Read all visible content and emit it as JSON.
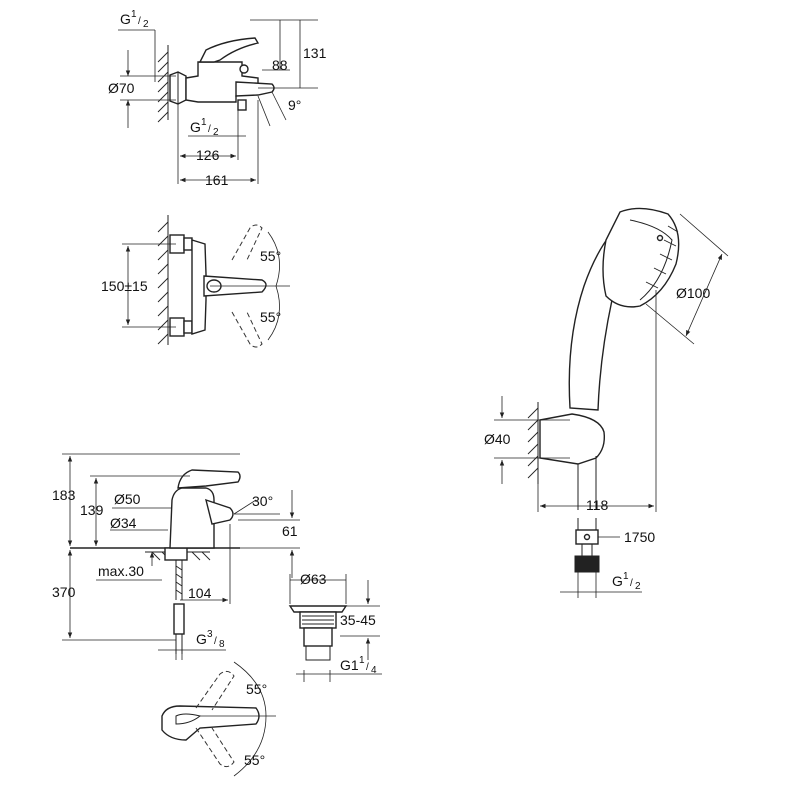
{
  "top_mixer": {
    "thread_top": "G",
    "thread_top_num": "1",
    "thread_top_den": "2",
    "dia_70": "Ø70",
    "dim_131": "131",
    "dim_88": "88",
    "angle_9": "9°",
    "thread_bottom": "G",
    "thread_bottom_num": "1",
    "thread_bottom_den": "2",
    "dim_126": "126",
    "dim_161": "161"
  },
  "mixer_plan": {
    "dim_150": "150±15",
    "angle_top": "55°",
    "angle_bottom": "55°"
  },
  "basin_mixer": {
    "dim_183": "183",
    "dia_50": "Ø50",
    "dim_139": "139",
    "angle_30": "30°",
    "dia_34": "Ø34",
    "dim_61": "61",
    "max_30": "max.30",
    "dim_370": "370",
    "dim_104": "104",
    "thread": "G",
    "thread_num": "3",
    "thread_den": "8"
  },
  "waste": {
    "dia_63": "Ø63",
    "dim_35_45": "35-45",
    "thread": "G1",
    "thread_num": "1",
    "thread_den": "4"
  },
  "basin_plan": {
    "angle_top": "55°",
    "angle_bottom": "55°"
  },
  "hand_shower": {
    "dia_100": "Ø100",
    "dia_40": "Ø40",
    "dim_118": "118"
  },
  "hose": {
    "dim_1750": "1750",
    "thread": "G",
    "thread_num": "1",
    "thread_den": "2"
  }
}
